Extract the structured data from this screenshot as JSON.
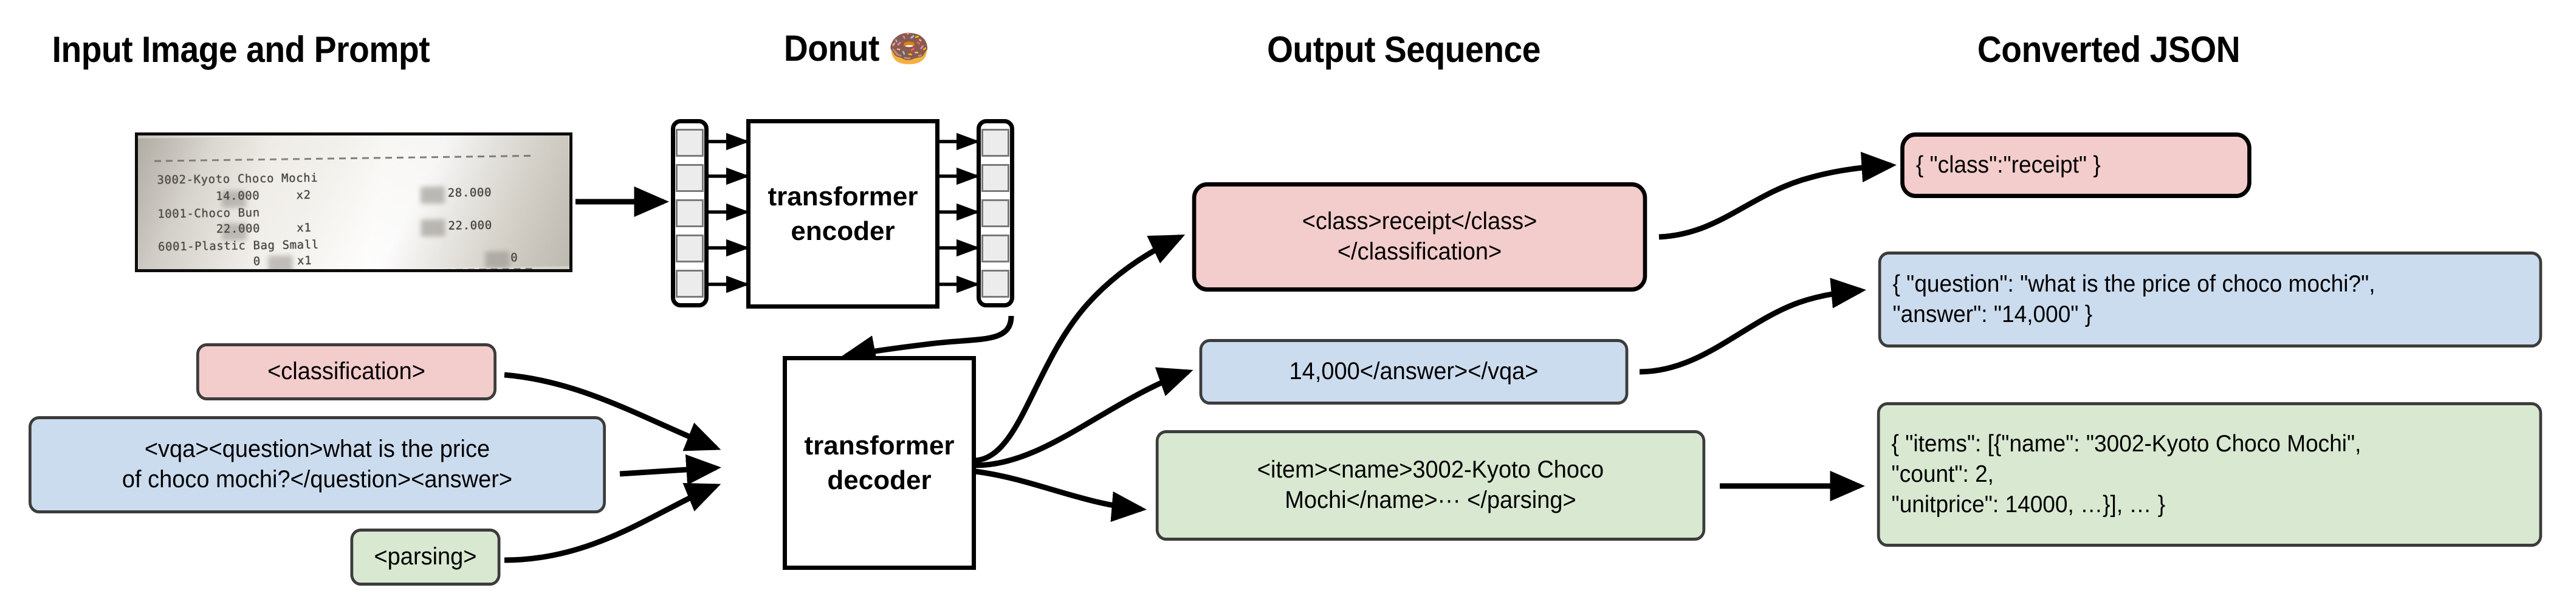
{
  "figure": {
    "type": "diagram",
    "description": "Donut end-to-end document understanding pipeline"
  },
  "headings": [
    {
      "id": "input",
      "label": "Input Image and Prompt"
    },
    {
      "id": "donut",
      "label": "Donut 🍩"
    },
    {
      "id": "output",
      "label": "Output Sequence"
    },
    {
      "id": "json",
      "label": "Converted JSON"
    }
  ],
  "receipt": {
    "alt": "photo of a printed paper receipt",
    "lines": [
      "3002-Kyoto Choco Mochi",
      "        14.000     x2",
      "1001-Choco Bun",
      "        22.000     x1",
      "6001-Plastic Bag Small",
      "             0     x1"
    ],
    "amounts": [
      "28.000",
      "22.000",
      "0"
    ]
  },
  "model": {
    "encoder_label": "transformer\nencoder",
    "decoder_label": "transformer\ndecoder",
    "token_count": 5
  },
  "prompts": [
    {
      "id": "classification",
      "color": "pink",
      "text": "<classification>"
    },
    {
      "id": "vqa",
      "color": "blue",
      "text": "<vqa><question>what is the price\nof choco mochi?</question><answer>"
    },
    {
      "id": "parsing",
      "color": "green",
      "text": "<parsing>"
    }
  ],
  "outputs": [
    {
      "id": "class-seq",
      "color": "pink",
      "text": "<class>receipt</class>\n</classification>"
    },
    {
      "id": "answer-seq",
      "color": "blue",
      "text": "14,000</answer></vqa>"
    },
    {
      "id": "parsing-seq",
      "color": "green",
      "text": "<item><name>3002-Kyoto Choco\nMochi</name>··· </parsing>"
    }
  ],
  "json_results": [
    {
      "id": "class-json",
      "color": "pink",
      "text": "{ \"class\":\"receipt\" }"
    },
    {
      "id": "vqa-json",
      "color": "blue",
      "text": "{ \"question\": \"what is the price of choco mochi?\",\n   \"answer\": \"14,000\" }"
    },
    {
      "id": "parsing-json",
      "color": "green",
      "text": "{ \"items\": [{\"name\": \"3002-Kyoto Choco Mochi\",\n     \"count\": 2,\n     \"unitprice\": 14000, …}], … }"
    }
  ],
  "colors": {
    "pink": "#f3cccc",
    "blue": "#ccdcef",
    "green": "#d9e8d1",
    "box_border": "#3c3c3c",
    "stroke": "#000000",
    "token_cell": "#ececec",
    "background": "#ffffff"
  }
}
